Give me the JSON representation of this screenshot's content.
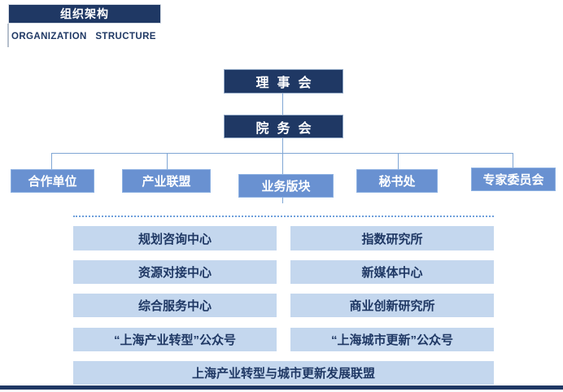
{
  "header": {
    "title_cn": "组织架构",
    "title_en": "ORGANIZATION STRUCTURE"
  },
  "colors": {
    "dark_navy": "#1F3864",
    "medium_blue": "#6991D1",
    "light_blue": "#C4D7EE",
    "connector_line": "#7FA6D4",
    "dashed_line": "#6FA0DB"
  },
  "org_chart": {
    "level1": "理事会",
    "level2": "院务会",
    "level3": [
      "合作单位",
      "产业联盟",
      "业务版块",
      "秘书处",
      "专家委员会"
    ],
    "departments_left": [
      "规划咨询中心",
      "资源对接中心",
      "综合服务中心",
      "“上海产业转型”公众号"
    ],
    "departments_right": [
      "指数研究所",
      "新媒体中心",
      "商业创新研究所",
      "“上海城市更新”公众号"
    ],
    "alliance": "上海产业转型与城市更新发展联盟"
  }
}
